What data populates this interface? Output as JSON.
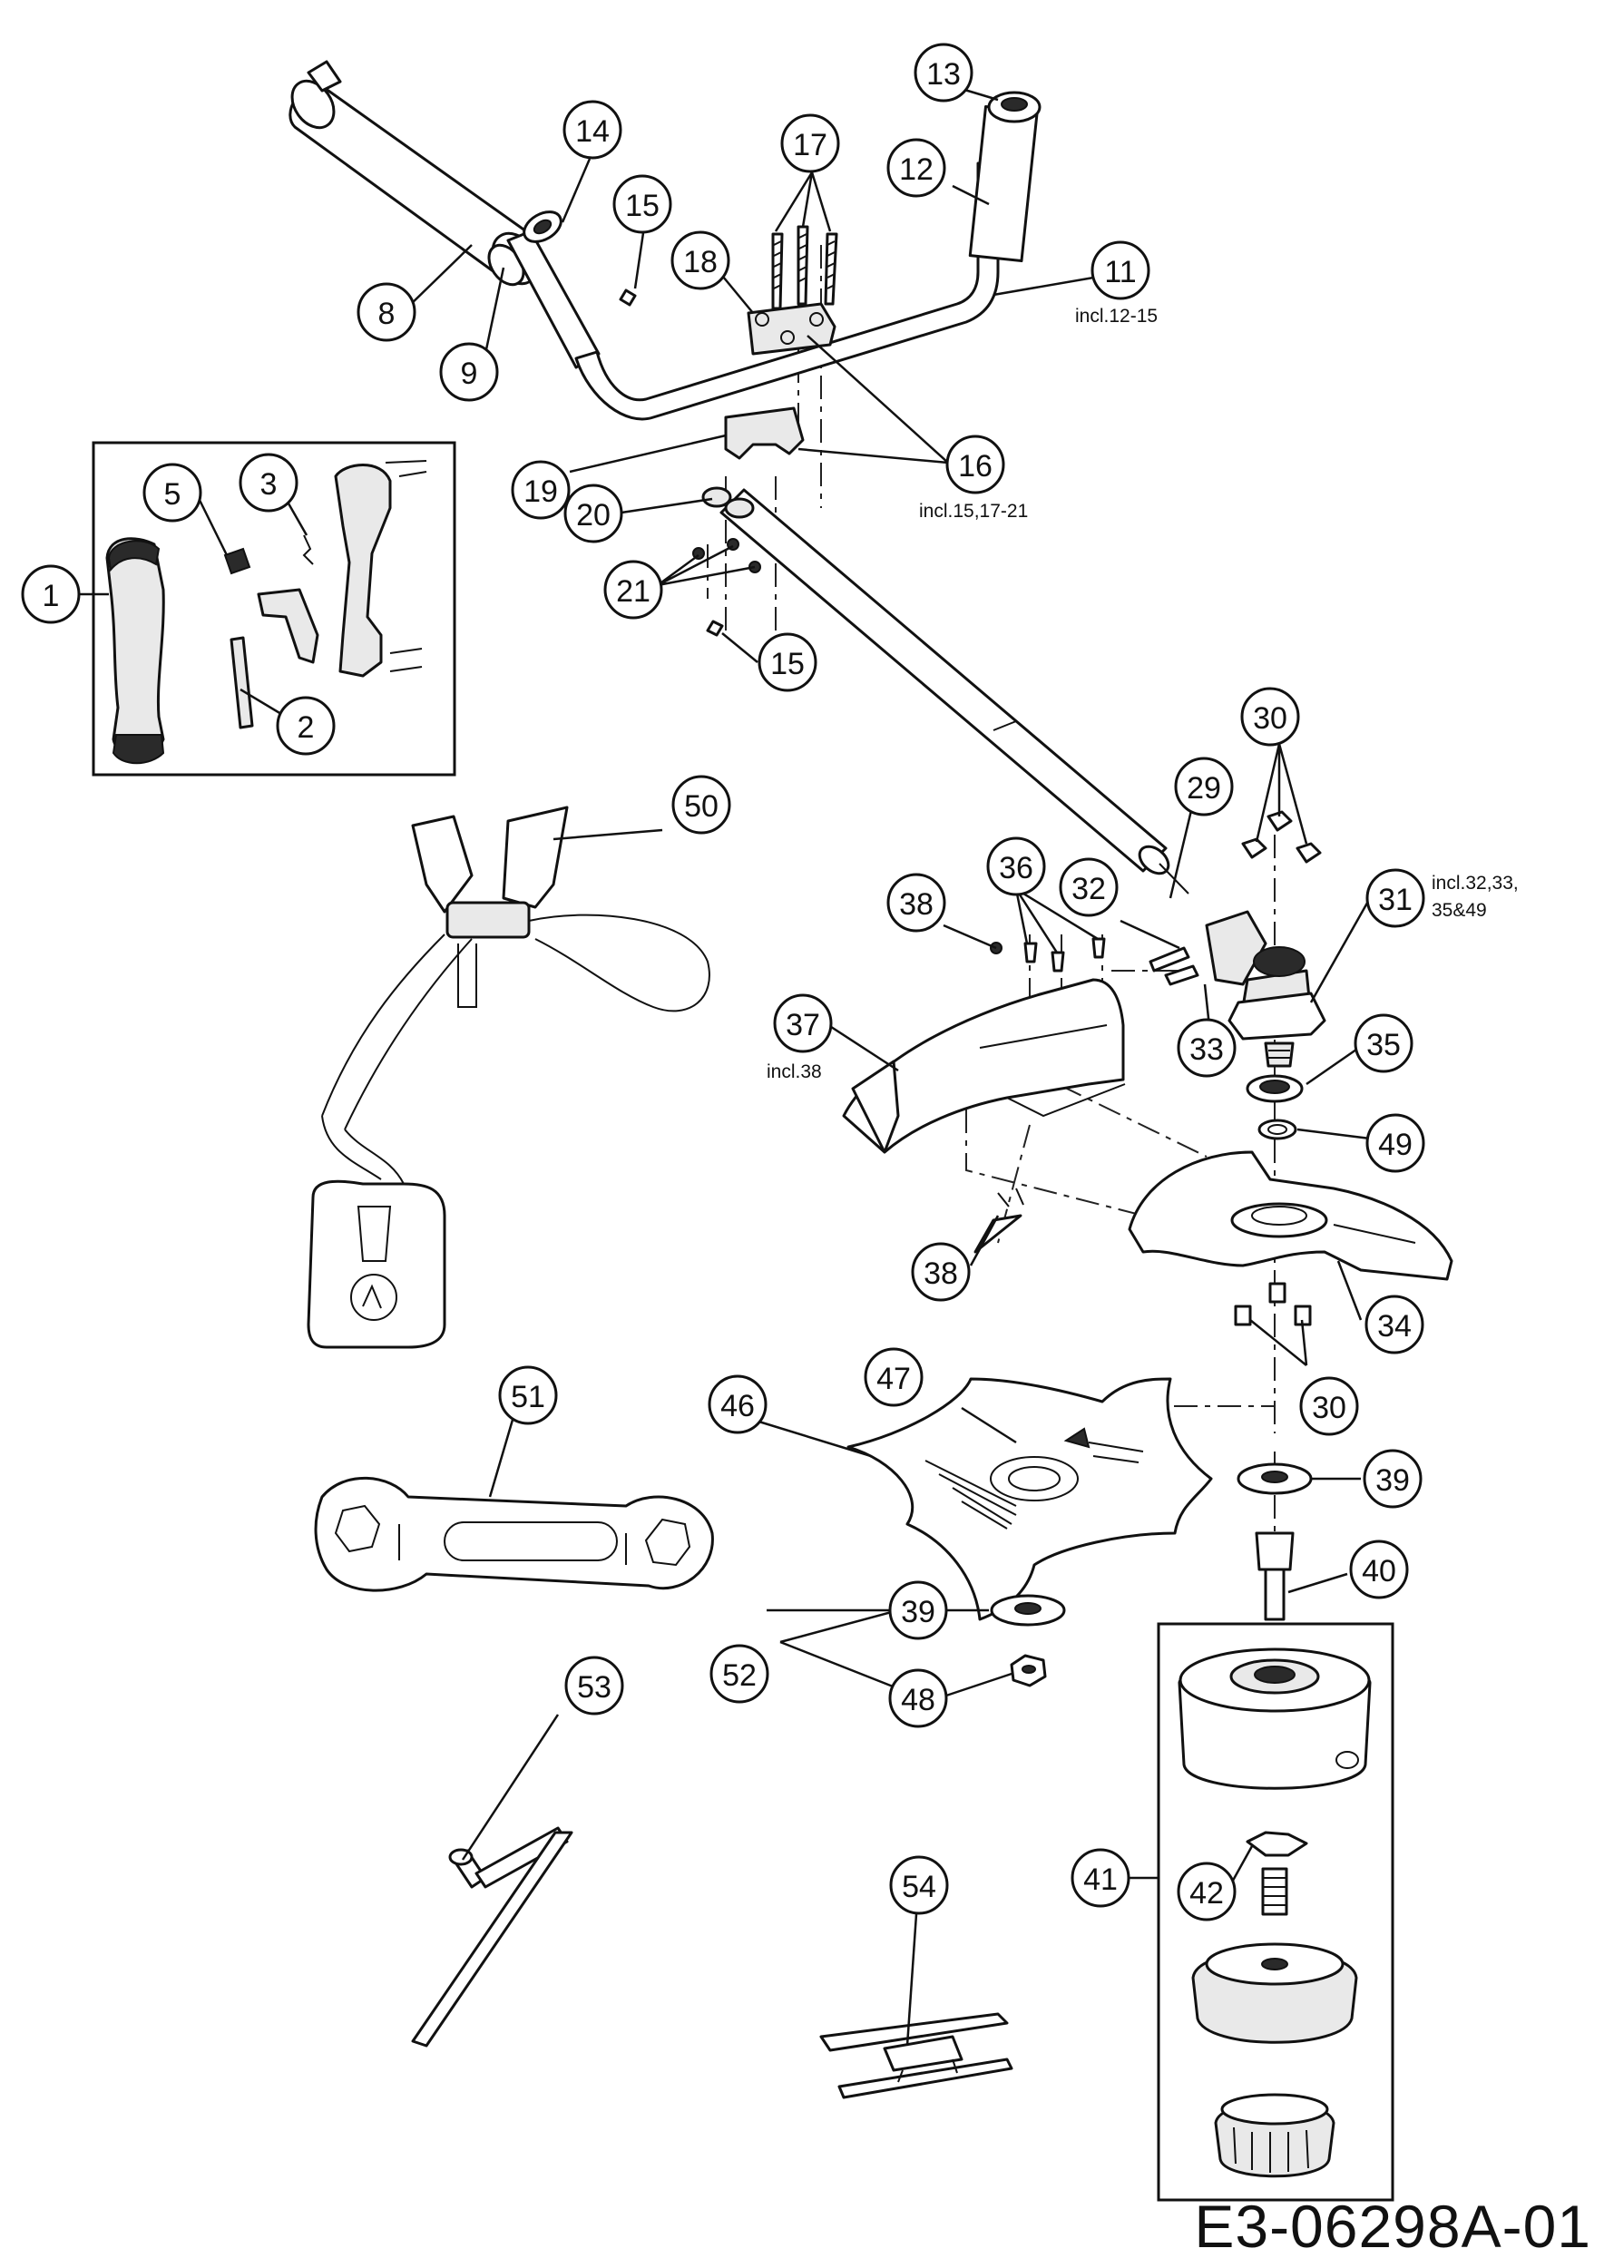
{
  "diagram": {
    "document_code": "E3-06298A-01",
    "callouts": [
      {
        "id": "c1",
        "label": "1"
      },
      {
        "id": "c2",
        "label": "2"
      },
      {
        "id": "c3",
        "label": "3"
      },
      {
        "id": "c5",
        "label": "5"
      },
      {
        "id": "c8",
        "label": "8"
      },
      {
        "id": "c9",
        "label": "9"
      },
      {
        "id": "c11",
        "label": "11"
      },
      {
        "id": "c12",
        "label": "12"
      },
      {
        "id": "c13",
        "label": "13"
      },
      {
        "id": "c14",
        "label": "14"
      },
      {
        "id": "c15a",
        "label": "15"
      },
      {
        "id": "c15b",
        "label": "15"
      },
      {
        "id": "c16",
        "label": "16"
      },
      {
        "id": "c17",
        "label": "17"
      },
      {
        "id": "c18",
        "label": "18"
      },
      {
        "id": "c19",
        "label": "19"
      },
      {
        "id": "c20",
        "label": "20"
      },
      {
        "id": "c21",
        "label": "21"
      },
      {
        "id": "c29",
        "label": "29"
      },
      {
        "id": "c30a",
        "label": "30"
      },
      {
        "id": "c30b",
        "label": "30"
      },
      {
        "id": "c31",
        "label": "31"
      },
      {
        "id": "c32",
        "label": "32"
      },
      {
        "id": "c33",
        "label": "33"
      },
      {
        "id": "c34",
        "label": "34"
      },
      {
        "id": "c35",
        "label": "35"
      },
      {
        "id": "c36",
        "label": "36"
      },
      {
        "id": "c37",
        "label": "37"
      },
      {
        "id": "c38a",
        "label": "38"
      },
      {
        "id": "c38b",
        "label": "38"
      },
      {
        "id": "c39a",
        "label": "39"
      },
      {
        "id": "c39b",
        "label": "39"
      },
      {
        "id": "c40",
        "label": "40"
      },
      {
        "id": "c41",
        "label": "41"
      },
      {
        "id": "c42",
        "label": "42"
      },
      {
        "id": "c46",
        "label": "46"
      },
      {
        "id": "c47",
        "label": "47"
      },
      {
        "id": "c48",
        "label": "48"
      },
      {
        "id": "c49",
        "label": "49"
      },
      {
        "id": "c50",
        "label": "50"
      },
      {
        "id": "c51",
        "label": "51"
      },
      {
        "id": "c52",
        "label": "52"
      },
      {
        "id": "c53",
        "label": "53"
      },
      {
        "id": "c54",
        "label": "54"
      }
    ],
    "notes": {
      "n11": "incl.12-15",
      "n16": "incl.15,17-21",
      "n31a": "incl.32,33,",
      "n31b": "35&49",
      "n37": "incl.38"
    }
  }
}
